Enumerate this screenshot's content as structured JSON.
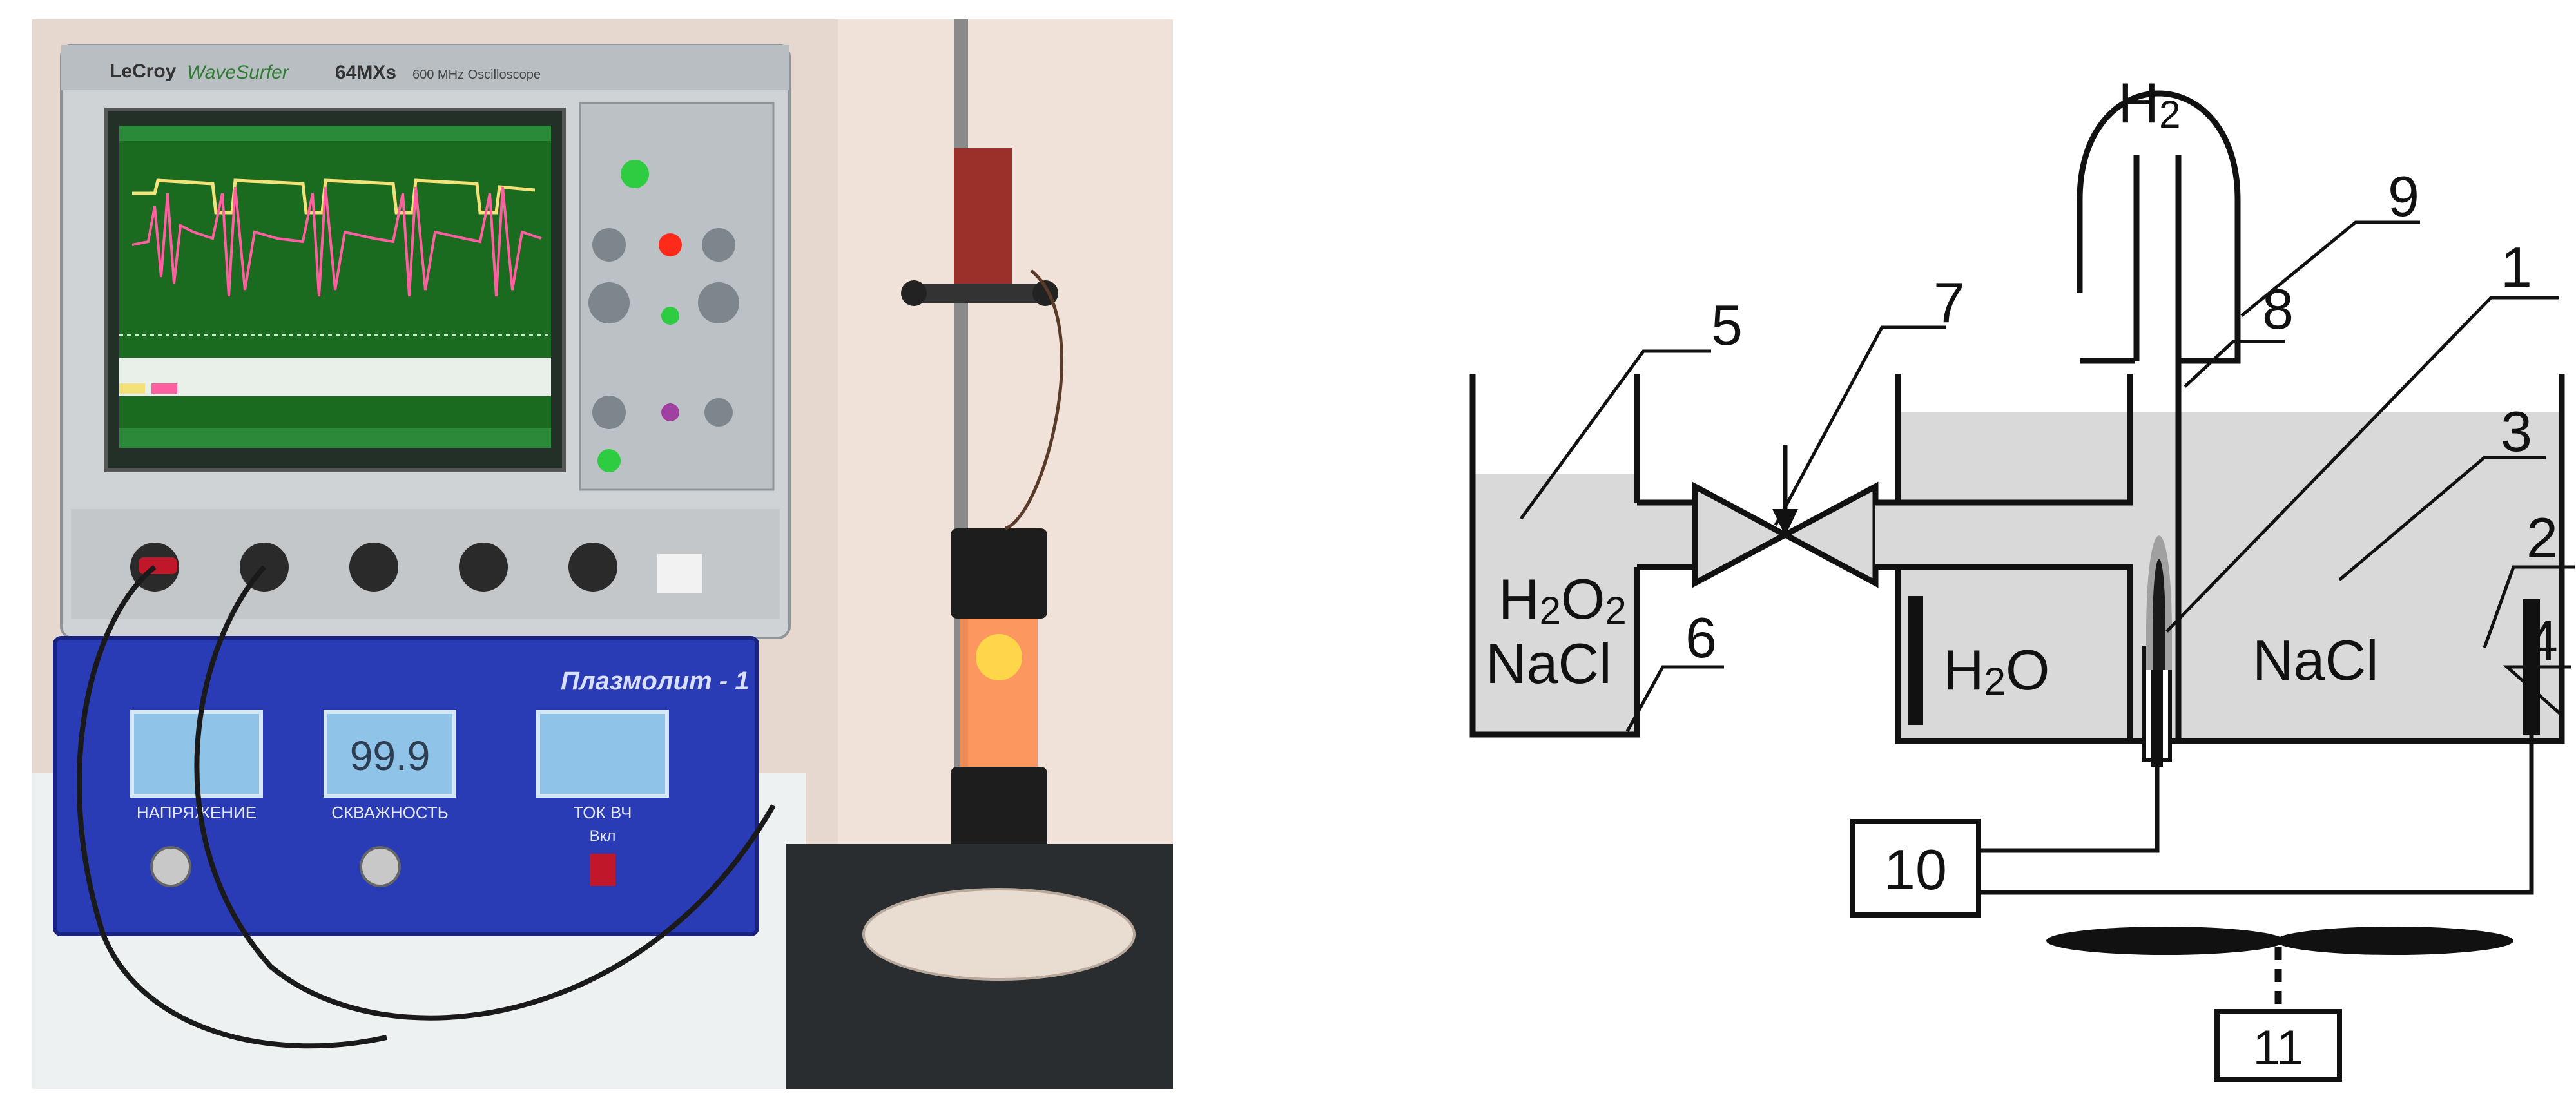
{
  "photo": {
    "scope_brand": "LeCroy",
    "scope_series": "WaveSurfer",
    "scope_model": "64MXs",
    "scope_desc": "600 MHz Oscilloscope",
    "device_name": "Плазмолит - 1",
    "meter1_label": "НАПРЯЖЕНИЕ",
    "meter2_label": "СКВАЖНОСТЬ",
    "meter2_value": "99.9",
    "meter3_label": "ТОК ВЧ",
    "power_label": "Вкл"
  },
  "scheme": {
    "gas_label_main": "H",
    "gas_label_sub": "2",
    "left_tank_line1_a": "H",
    "left_tank_line1_sub1": "2",
    "left_tank_line1_b": "O",
    "left_tank_line1_sub2": "2",
    "left_tank_line2": "NaCl",
    "water_label_a": "H",
    "water_label_sub": "2",
    "water_label_b": "O",
    "right_tank_label": "NaCl",
    "numbers": {
      "n1": "1",
      "n2": "2",
      "n3": "3",
      "n4": "4",
      "n5": "5",
      "n6": "6",
      "n7": "7",
      "n8": "8",
      "n9": "9",
      "n10": "10",
      "n11": "11"
    }
  },
  "colors": {
    "scope_body": "#cfd3d6",
    "screen_bg": "#1a6b1f",
    "trace_yellow": "#f3e27a",
    "trace_pink": "#ff5fa0",
    "device_blue": "#2a3bb6",
    "lamp_orange": "#ff7a20",
    "liquid_gray": "#d9d9d9",
    "stroke": "#111111"
  }
}
